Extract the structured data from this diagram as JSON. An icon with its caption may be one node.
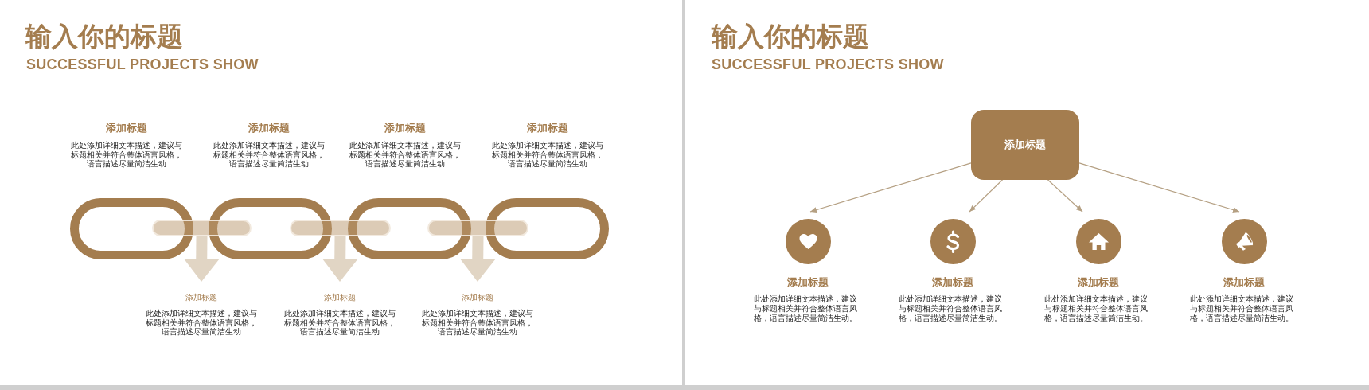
{
  "diagram": {
    "title": "输入你的标题",
    "nodes": [
      {
        "text": [],
        "shape": "ring",
        "beside": [
          "添加标题",
          "此处添加详细文本描述，建议与标题相关并符合整体语言风格，语言描述尽量简洁生动"
        ]
      },
      {
        "text": [],
        "shape": "ring",
        "beside": [
          "添加标题",
          "此处添加详细文本描述，建议与标题相关并符合整体语言风格，语言描述尽量简洁生动"
        ]
      },
      {
        "text": [],
        "shape": "ring",
        "beside": [
          "添加标题",
          "此处添加详细文本描述，建议与标题相关并符合整体语言风格，语言描述尽量简洁生动"
        ]
      },
      {
        "text": [],
        "shape": "ring",
        "beside": [
          "添加标题",
          "此处添加详细文本描述，建议与标题相关并符合整体语言风格，语言描述尽量简洁生动"
        ]
      },
      {
        "text": [],
        "shape": "bar"
      },
      {
        "text": [],
        "shape": "bar"
      },
      {
        "text": [],
        "shape": "bar"
      },
      {
        "text": [
          "添加标题",
          "此处添加详细文本描述，建议与标题相关并符合整体语言风格，语言描述尽量简洁生动"
        ]
      },
      {
        "text": [
          "添加标题",
          "此处添加详细文本描述，建议与标题相关并符合整体语言风格，语言描述尽量简洁生动"
        ]
      },
      {
        "text": [
          "添加标题",
          "此处添加详细文本描述，建议与标题相关并符合整体语言风格，语言描述尽量简洁生动"
        ]
      },
      {
        "text": [
          "添加标题"
        ]
      },
      {
        "text": [
          "添加标题",
          "此处添加详细文本描述，建议与标题相关并符合整体语言风格，语言描述尽量简洁生动。"
        ]
      },
      {
        "text": [
          "添加标题",
          "此处添加详细文本描述，建议与标题相关并符合整体语言风格，语言描述尽量简洁生动。"
        ]
      },
      {
        "text": [
          "添加标题",
          "此处添加详细文本描述，建议与标题相关并符合整体语言风格，语言描述尽量简洁生动。"
        ]
      },
      {
        "text": [
          "添加标题",
          "此处添加详细文本描述，建议与标题相关并符合整体语言风格，语言描述尽量简洁生动。"
        ]
      }
    ],
    "edges": [
      {
        "from": 4,
        "to": 7,
        "arrow": "to",
        "style": "thick",
        "color": "#e1d5c4"
      },
      {
        "from": 5,
        "to": 8,
        "arrow": "to",
        "style": "thick",
        "color": "#e1d5c4"
      },
      {
        "from": 6,
        "to": 9,
        "arrow": "to",
        "style": "thick",
        "color": "#e1d5c4"
      },
      {
        "from": 10,
        "to": 11,
        "arrow": "to"
      },
      {
        "from": 10,
        "to": 12,
        "arrow": "to"
      },
      {
        "from": 10,
        "to": 13,
        "arrow": "to"
      },
      {
        "from": 10,
        "to": 14,
        "arrow": "to"
      }
    ],
    "labels": [
      "SUCCESSFUL PROJECTS SHOW",
      "输入你的标题",
      "SUCCESSFUL PROJECTS SHOW"
    ]
  }
}
